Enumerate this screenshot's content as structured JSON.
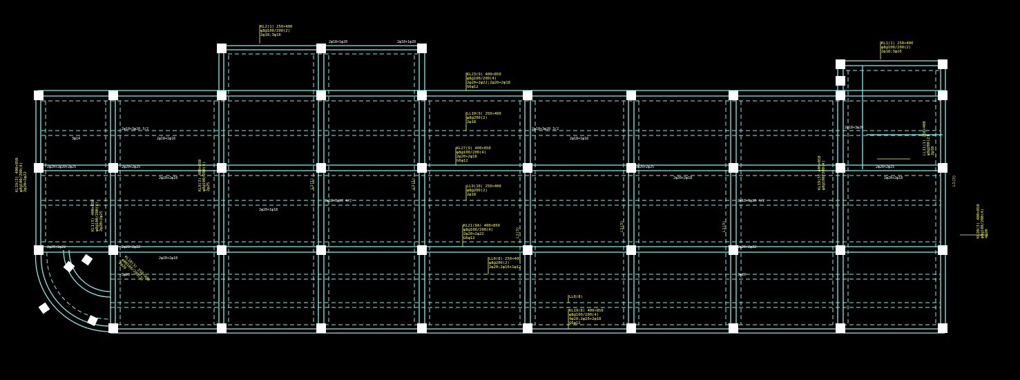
{
  "drawing": {
    "colors": {
      "background": "#000000",
      "beam": "#7ff0ec",
      "column": "#ffffff",
      "annotation": "#ffff40",
      "rebar_text": "#ffffff"
    },
    "upper_left_tag": {
      "lines": [
        "KL2(1) 250×400",
        "φ8@100/200(2)",
        "2φ18;3φ16"
      ]
    },
    "upper_right_tag": {
      "lines": [
        "KL1(1) 250×400",
        "φ8@100/200(2)",
        "2φ18;3φ16"
      ]
    },
    "center_tags": [
      {
        "lines": [
          "KL23(9) 400×850",
          "φ8@100/200(4)",
          "2φ20+2φ22;2φ20+2φ18",
          "G6φ12"
        ]
      },
      {
        "lines": [
          "LL10(9) 250×400",
          "φ8@200(2)",
          "2φ18"
        ]
      },
      {
        "lines": [
          "KL27(9) 400×850",
          "φ8@100/200(4)",
          "2φ20+2φ18",
          "G6φ12"
        ]
      },
      {
        "lines": [
          "LL9(10) 250×400",
          "φ8@200(2)",
          "2φ18"
        ]
      },
      {
        "lines": [
          "KL21(9A) 400×850",
          "φ8@100/200(4)",
          "2φ20+2φ22",
          "G6φ12"
        ]
      },
      {
        "lines": [
          "LL8(8) 250×400",
          "φ8@200(2)",
          "2φ20;2φ16+1φ12"
        ]
      },
      {
        "lines": [
          "LL8(8)"
        ]
      },
      {
        "lines": [
          "KL19(8) 400×850",
          "φ8@100/200(4)",
          "4φ20;2φ20+2φ18",
          "G6φ12"
        ]
      }
    ],
    "rebar_labels": [
      "2φ18+1φ20",
      "2φ18+1φ20",
      "2φ18+3φ20 3/2",
      "2φ18+1φ16",
      "3φ14",
      "2φ20+2φ20+2φ25",
      "2φ20+2φ25",
      "2φ20+2φ18",
      "2φ18+3φ20 4/2",
      "2φ20+1φ18",
      "2φ20+2φ22",
      "2φ20+2φ22",
      "2φ20+2φ18",
      "3φ20",
      "2φ18+3φ20 3/2",
      "2φ18+1φ16",
      "2φ20+2φ25",
      "2φ20+2φ18",
      "2φ18+3φ20 4/2",
      "2φ20+2φ22",
      "2φ18+3φ20",
      "3φ20",
      "2φ20+2φ25",
      "2φ20+2φ18",
      "L1(1)",
      "L1(1)",
      "L1(3)",
      "L1(3)",
      "L1(3)"
    ],
    "left_tags": [
      {
        "lines": [
          "KL19(2) 400×850",
          "φ8@100/200(4)",
          "2φ20+2φ22",
          "G6φ12"
        ]
      },
      {
        "lines": [
          "KL1(3) 400×850",
          "φ8@100/200(4)",
          "2φ20+2φ25",
          "G6φ12"
        ]
      },
      {
        "lines": [
          "KL8(3) 400×850",
          "φ8@100/200(4)",
          "2φ25"
        ]
      },
      {
        "lines": [
          "KL18(3) 250×400",
          "φ8@100/200(2)",
          "2φ20"
        ]
      }
    ],
    "right_tags": [
      {
        "lines": [
          "KL19(3) 400×850",
          "φ8@100/200(4)"
        ]
      },
      {
        "lines": [
          "LL11(1) 250×400",
          "φ8@200(2)",
          "2φ18"
        ]
      },
      {
        "lines": [
          "KL20(3) 400×850",
          "φ8@100/200(4)",
          "4φ20"
        ]
      },
      {
        "lines": [
          "L1(3)"
        ]
      }
    ]
  }
}
